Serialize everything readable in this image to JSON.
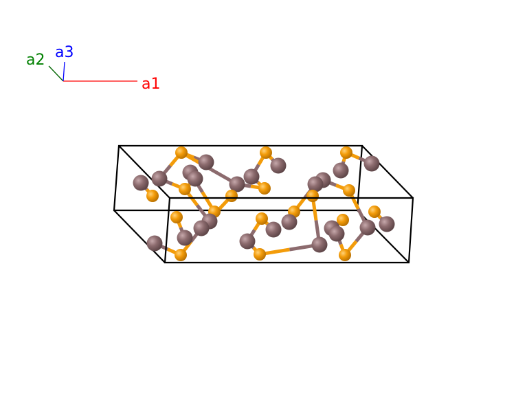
{
  "axes": {
    "a1": {
      "label": "a1",
      "color": "#ff0000"
    },
    "a2": {
      "label": "a2",
      "color": "#008000"
    },
    "a3": {
      "label": "a3",
      "color": "#0000ff"
    }
  },
  "elements": {
    "species_1": {
      "color": "#f39c0a"
    },
    "species_2": {
      "color": "#8c6b6e"
    }
  }
}
